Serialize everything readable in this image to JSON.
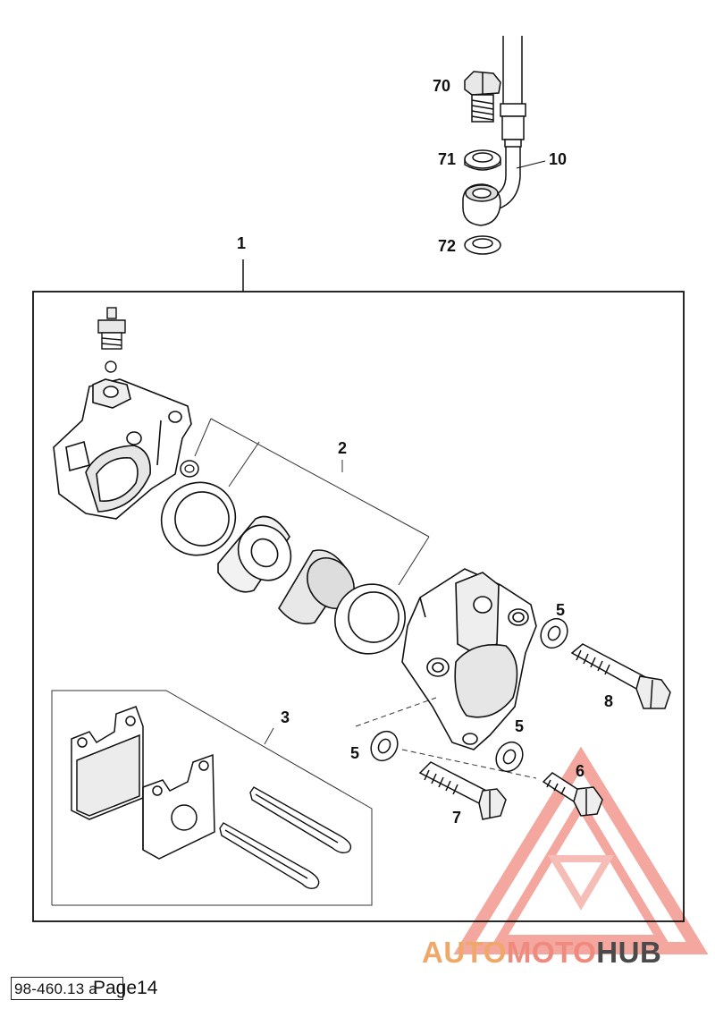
{
  "callouts": {
    "c70": "70",
    "c71": "71",
    "c10": "10",
    "c72": "72",
    "c1": "1",
    "c2": "2",
    "c3": "3",
    "c5a": "5",
    "c8": "8",
    "c5b": "5",
    "c5c": "5",
    "c6": "6",
    "c7": "7"
  },
  "footer": {
    "ref_code": "98-460.13 a",
    "page_label": "Page14"
  },
  "watermark": {
    "part1": "AUTO",
    "part2": "MOTO",
    "part3": "HUB",
    "colors": {
      "auto": "#f0a868",
      "moto": "#f08a7e",
      "hub": "#4a4a4a",
      "triangle": "#f08a7e"
    }
  }
}
